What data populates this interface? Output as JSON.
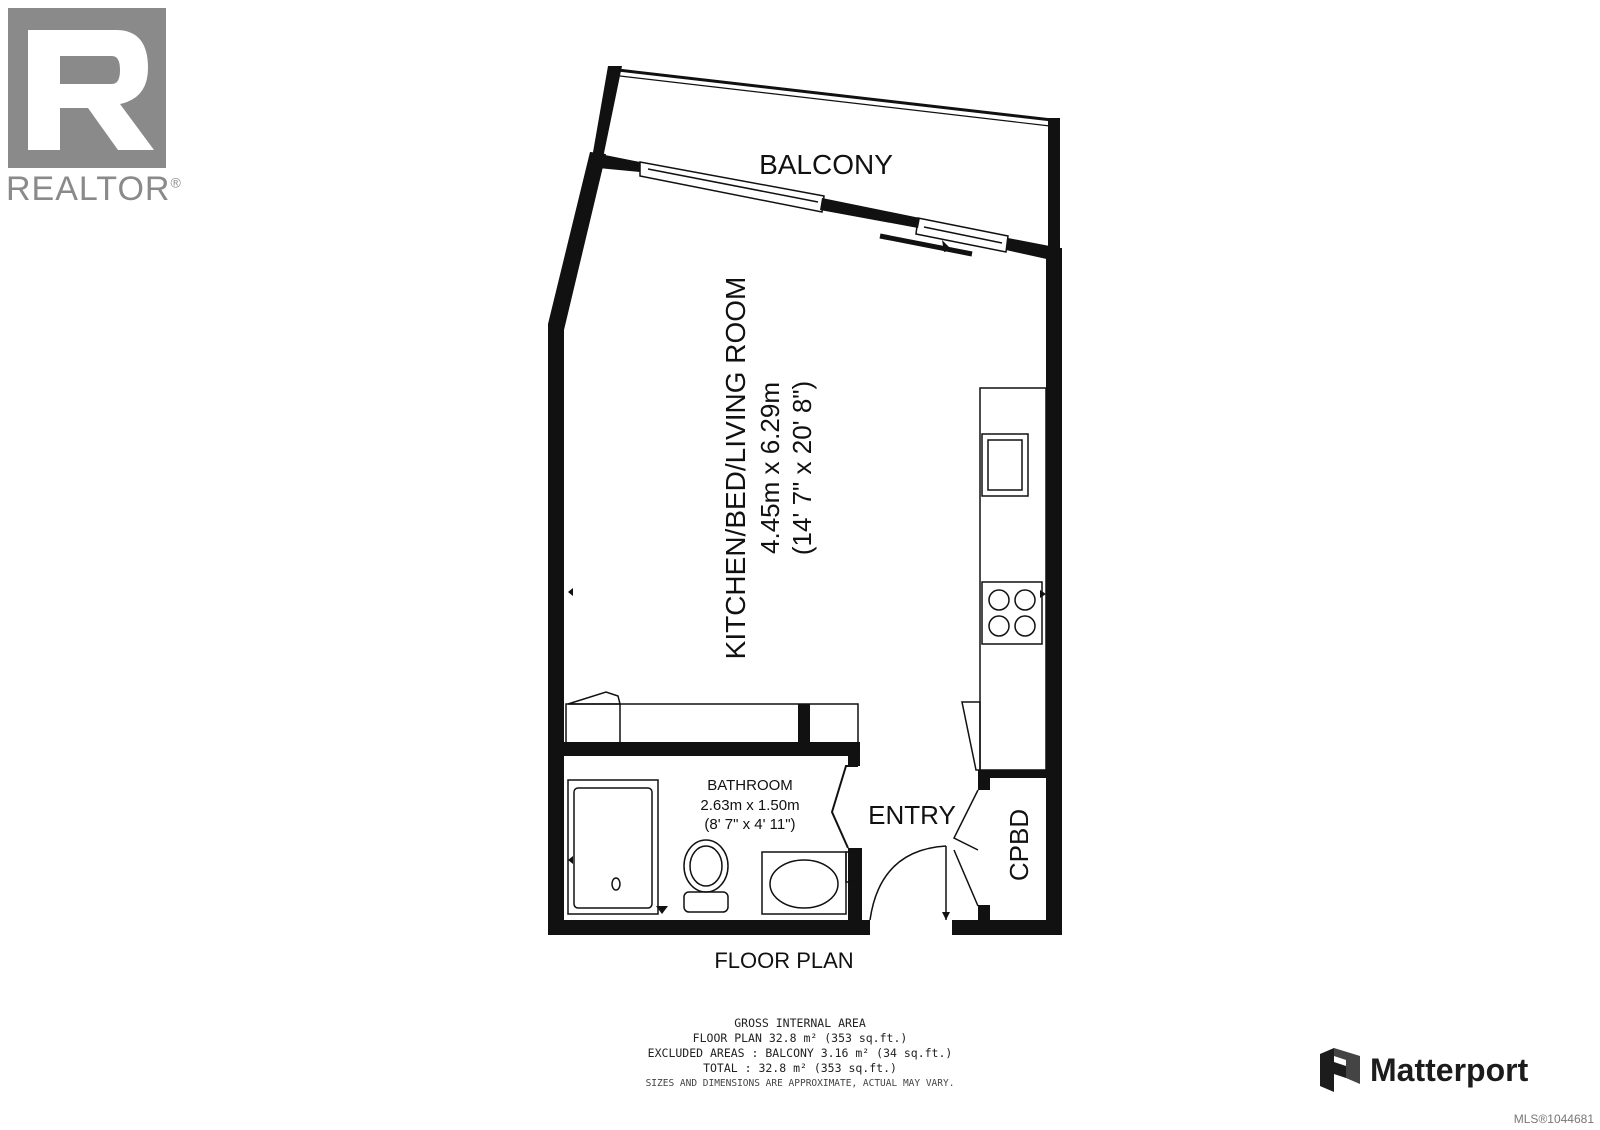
{
  "branding": {
    "realtor_word": "REALTOR",
    "realtor_mark": "®",
    "matterport_word": "Matterport",
    "mls_code": "MLS®1044681"
  },
  "rooms": {
    "balcony": "BALCONY",
    "living": {
      "name": "KITCHEN/BED/LIVING ROOM",
      "metric": "4.45m x 6.29m",
      "imperial": "(14' 7\" x 20' 8\")"
    },
    "bathroom": {
      "name": "BATHROOM",
      "metric": "2.63m x 1.50m",
      "imperial": "(8' 7\" x 4' 11\")"
    },
    "entry": "ENTRY",
    "closet": "CPBD"
  },
  "plan_title": "FLOOR PLAN",
  "area_summary": {
    "heading": "GROSS INTERNAL AREA",
    "floor_plan": "FLOOR PLAN 32.8 m² (353 sq.ft.)",
    "excluded": "EXCLUDED AREAS :  BALCONY 3.16 m² (34 sq.ft.)",
    "total": "TOTAL :  32.8 m² (353 sq.ft.)",
    "disclaimer": "SIZES AND DIMENSIONS ARE APPROXIMATE, ACTUAL MAY VARY."
  },
  "colors": {
    "wall": "#111111",
    "logo_gray": "#8a8a8a"
  },
  "icons": [
    "realtor-logo-icon",
    "matterport-logo-icon",
    "sink-icon",
    "cooktop-icon",
    "toilet-icon",
    "bathtub-icon",
    "vanity-icon",
    "door-swing-icon",
    "window-icon"
  ]
}
